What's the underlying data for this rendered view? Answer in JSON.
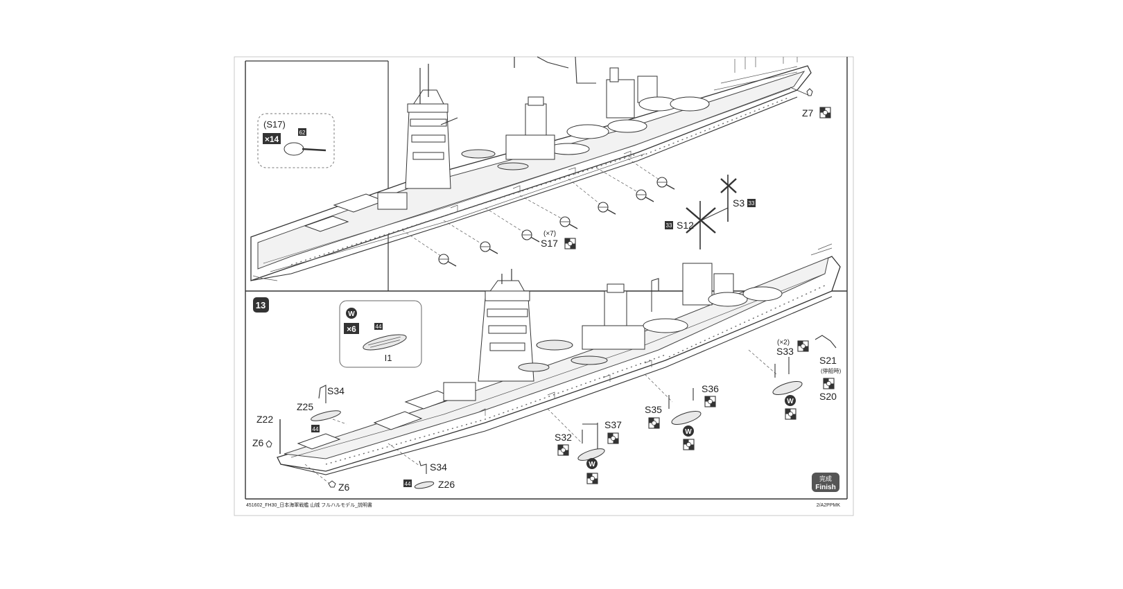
{
  "step13": {
    "number": "13"
  },
  "inset_s17": {
    "part": "(S17)",
    "qty": "×14",
    "paint": "62"
  },
  "inset_boat": {
    "color": "W",
    "qty": "×6",
    "paint": "44",
    "part": "I1"
  },
  "labels": {
    "z7": "Z7",
    "s3": "S3",
    "s3_paint": "33",
    "s12": "S12",
    "s12_paint": "33",
    "s17_qty": "(×7)",
    "s17": "S17",
    "s33_qty": "(×2)",
    "s33": "S33",
    "s21": "S21",
    "s21_note": "(停船時)",
    "s20": "S20",
    "s36": "S36",
    "s35": "S35",
    "s37": "S37",
    "s32": "S32",
    "s34_top": "S34",
    "z25": "Z25",
    "z25_paint": "44",
    "z22": "Z22",
    "z6a": "Z6",
    "z6b": "Z6",
    "s34_bottom": "S34",
    "z26": "Z26",
    "z26_paint": "44",
    "w1": "W",
    "w2": "W",
    "w3": "W"
  },
  "finish": {
    "jp": "完成",
    "en": "Finish"
  },
  "footer": {
    "left": "451602_FH30_日本海軍戦艦 山城 フルハルモデル_説明書",
    "right": "2/A2PPMK"
  }
}
